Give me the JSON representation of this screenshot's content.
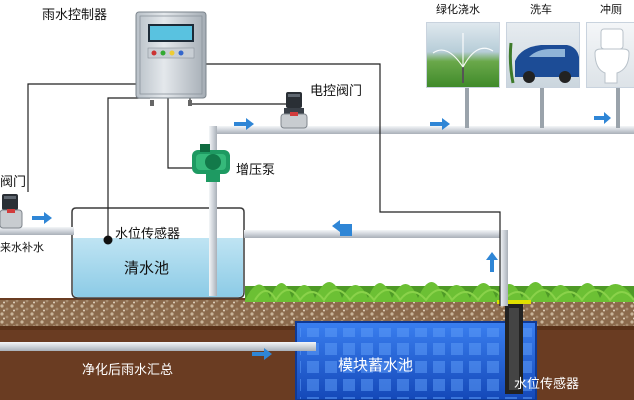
{
  "labels": {
    "controller": "雨水控制器",
    "electric_valve": "电控阀门",
    "valve_left": "阀门",
    "booster_pump": "增压泵",
    "level_sensor_top": "水位传感器",
    "clear_pool": "清水池",
    "supplement": "来水补水",
    "collected_rainwater": "净化后雨水汇总",
    "module_tank": "模块蓄水池",
    "level_sensor_bottom": "水位传感器",
    "uses": [
      "绿化浇水",
      "洗车",
      "冲厕"
    ]
  },
  "colors": {
    "pipe": "#d7dbe0",
    "flow_arrow": "#2f86d6",
    "clear_water": "#a8d8ee",
    "module_blue": "#1f5fd6",
    "soil": "#6a3c22",
    "grass": "#5fae2e",
    "pump_green": "#1e9a62"
  },
  "icons": [
    "controller-cabinet-icon",
    "electric-valve-icon",
    "pump-icon",
    "sensor-probe-icon",
    "flow-arrow-icon"
  ]
}
